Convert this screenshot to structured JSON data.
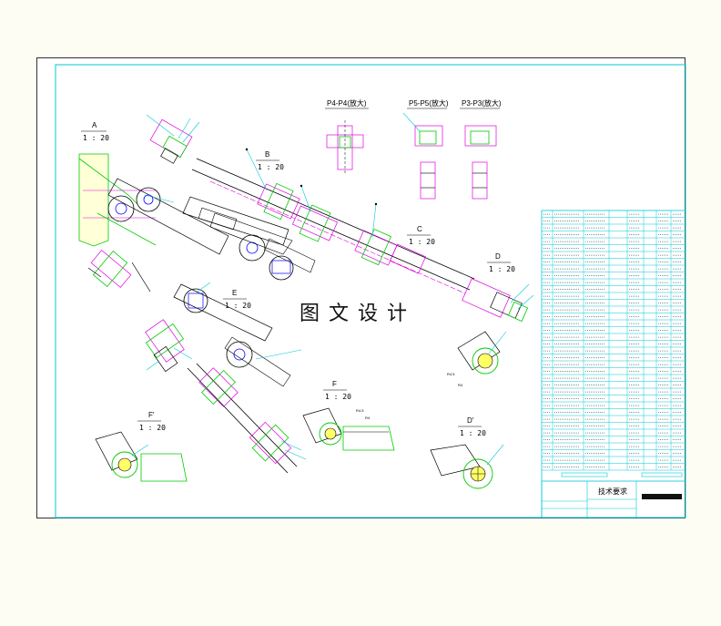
{
  "colors": {
    "paper": "#fdfdf3",
    "frame": "#333333",
    "border_cyan": "#00c8d8",
    "part_green": "#00cc00",
    "part_magenta": "#e000e0",
    "part_blue": "#0000ff",
    "text": "#000000"
  },
  "views": {
    "a": {
      "letter": "A",
      "scale": "1 : 20"
    },
    "b": {
      "letter": "B",
      "scale": "1 : 20"
    },
    "c": {
      "letter": "C",
      "scale": "1 : 20"
    },
    "d": {
      "letter": "D",
      "scale": "1 : 20"
    },
    "e": {
      "letter": "E",
      "scale": "1 : 20"
    },
    "f": {
      "letter": "F",
      "scale": "1 : 20"
    },
    "f_prime": {
      "letter": "F'",
      "scale": "1 : 20"
    },
    "d_prime": {
      "letter": "D'",
      "scale": "1 : 20"
    }
  },
  "sections": {
    "p4": "P4-P4(放大)",
    "p5": "P5-P5(放大)",
    "p3": "P3-P3(放大)"
  },
  "title_block": {
    "tech_requirements": "技术要求"
  },
  "watermark": "图文设计"
}
